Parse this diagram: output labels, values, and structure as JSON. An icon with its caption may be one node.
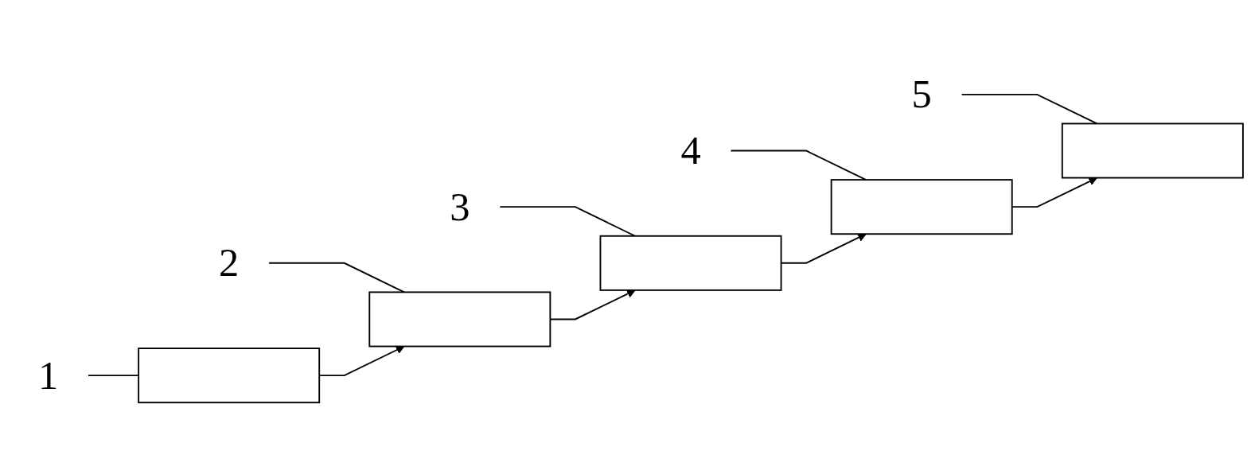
{
  "diagram": {
    "nodes": [
      {
        "text": [
          "1"
        ]
      },
      {
        "text": [
          "2"
        ]
      },
      {
        "text": [
          "3"
        ]
      },
      {
        "text": [
          "4"
        ]
      },
      {
        "text": [
          "5"
        ]
      },
      {
        "text": [],
        "shape": "box"
      },
      {
        "text": [],
        "shape": "box"
      },
      {
        "text": [],
        "shape": "box"
      },
      {
        "text": [],
        "shape": "box"
      },
      {
        "text": [],
        "shape": "box"
      }
    ],
    "edges": [
      {
        "from": 0,
        "to": 5,
        "arrow": "none"
      },
      {
        "from": 1,
        "to": 6,
        "arrow": "none"
      },
      {
        "from": 2,
        "to": 7,
        "arrow": "none"
      },
      {
        "from": 3,
        "to": 8,
        "arrow": "none"
      },
      {
        "from": 4,
        "to": 9,
        "arrow": "none"
      },
      {
        "from": 5,
        "to": 6,
        "arrow": "to"
      },
      {
        "from": 6,
        "to": 7,
        "arrow": "to"
      },
      {
        "from": 7,
        "to": 8,
        "arrow": "to"
      },
      {
        "from": 8,
        "to": 9,
        "arrow": "to"
      }
    ]
  }
}
